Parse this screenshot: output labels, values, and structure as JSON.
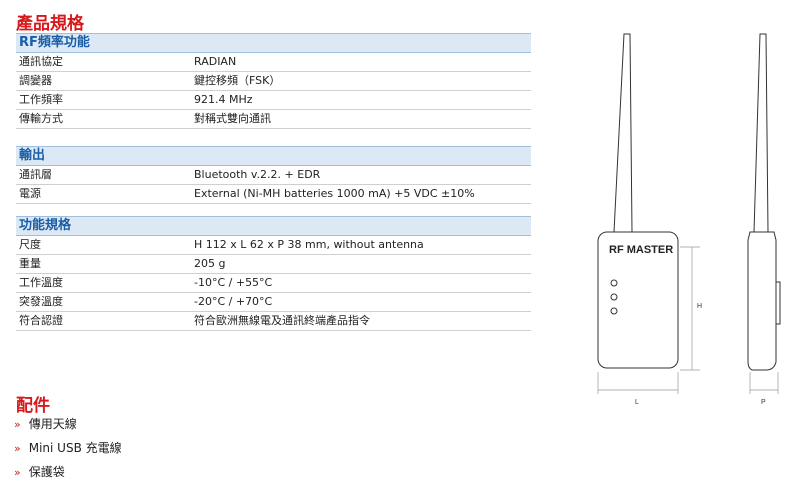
{
  "title": "產品規格",
  "sections": [
    {
      "heading": "RF頻率功能",
      "rows": [
        {
          "label": "通訊協定",
          "value": "RADIAN"
        },
        {
          "label": "調變器",
          "value": "鍵控移頻（FSK）"
        },
        {
          "label": "工作頻率",
          "value": "921.4 MHz"
        },
        {
          "label": "傳輸方式",
          "value": "對稱式雙向通訊"
        }
      ]
    },
    {
      "heading": "輸出",
      "rows": [
        {
          "label": "通訊層",
          "value": "Bluetooth v.2.2. + EDR"
        },
        {
          "label": "電源",
          "value": "External (Ni-MH batteries 1000 mA) +5 VDC ±10%"
        }
      ]
    },
    {
      "heading": "功能規格",
      "rows": [
        {
          "label": "尺度",
          "value": "H 112 x L 62 x P 38 mm, without antenna"
        },
        {
          "label": "重量",
          "value": "205 g"
        },
        {
          "label": "工作溫度",
          "value": "-10°C / +55°C"
        },
        {
          "label": "突發溫度",
          "value": "-20°C / +70°C"
        },
        {
          "label": "符合認證",
          "value": "符合歐洲無線電及通訊終端產品指令"
        }
      ]
    }
  ],
  "accessories": {
    "title": "配件",
    "bullet": "»",
    "items": [
      "傳用天線",
      "Mini USB 充電線",
      "保護袋"
    ]
  },
  "diagram": {
    "device_label": "RF MASTER",
    "dim_h": "H",
    "dim_l": "L",
    "dim_p": "P"
  }
}
